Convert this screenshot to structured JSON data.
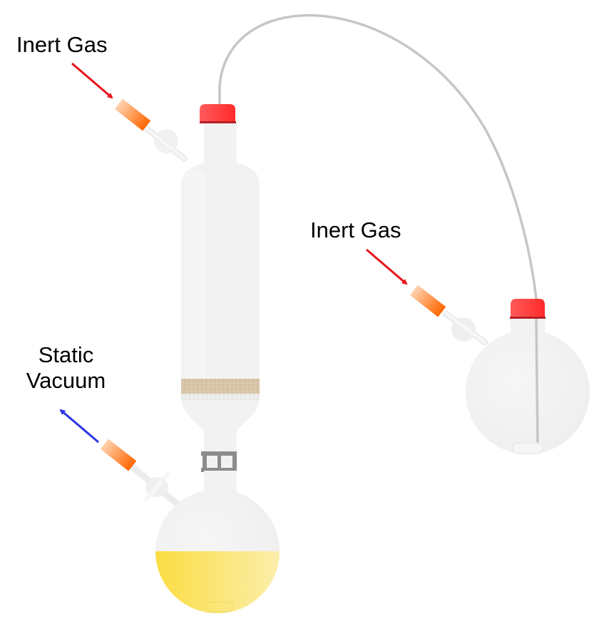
{
  "diagram": {
    "title": "Schlenk filtration apparatus with cannula transfer",
    "labels": {
      "inert_gas_left": "Inert Gas",
      "inert_gas_right": "Inert Gas",
      "static_vacuum_line1": "Static",
      "static_vacuum_line2": "Vacuum"
    },
    "components": [
      {
        "id": "filter-column",
        "name": "Schlenk filter column",
        "has": [
          "red septum cap",
          "side arm with stopcock",
          "frit with filter aid"
        ]
      },
      {
        "id": "receiving-flask",
        "name": "Round-bottom Schlenk flask",
        "contents": "yellow filtrate",
        "clip": "grey joint clip"
      },
      {
        "id": "source-flask",
        "name": "Schlenk flask",
        "has": [
          "red septum cap",
          "side arm with stopcock",
          "stir bar"
        ]
      },
      {
        "id": "cannula",
        "name": "Cannula transfer line"
      }
    ],
    "arrows": [
      {
        "id": "arrow-inert-gas-left",
        "direction": "in",
        "color": "#e8141c"
      },
      {
        "id": "arrow-inert-gas-right",
        "direction": "in",
        "color": "#e8141c"
      },
      {
        "id": "arrow-static-vacuum",
        "direction": "out",
        "color": "#2a36e6"
      }
    ],
    "colors": {
      "septum": "#ff3b3b",
      "tubing_start": "#ffc9a0",
      "tubing_end": "#ff6a00",
      "glass": "#f3f2f2",
      "filter_aid": "#d8c4a8",
      "frit": "#e8e8e8",
      "filtrate": "#fbe16a",
      "cannula": "#c6c6c6",
      "clip": "#8c8c8c"
    }
  }
}
